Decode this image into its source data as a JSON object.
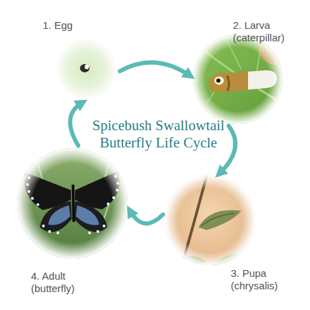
{
  "diagram": {
    "title": "Spicebush Swallowtail Butterfly Life Cycle",
    "nodes": [
      {
        "text": [
          "1. Egg"
        ]
      },
      {
        "text": [
          "2. Larva (caterpillar)"
        ]
      },
      {
        "text": [
          "3. Pupa (chrysalis)"
        ]
      },
      {
        "text": [
          "4. Adult (butterfly)"
        ]
      }
    ],
    "edges": [
      {
        "from": 0,
        "to": 1,
        "arrow": "to"
      },
      {
        "from": 1,
        "to": 2,
        "arrow": "to"
      },
      {
        "from": 2,
        "to": 3,
        "arrow": "to"
      },
      {
        "from": 3,
        "to": 0,
        "arrow": "to"
      }
    ]
  }
}
